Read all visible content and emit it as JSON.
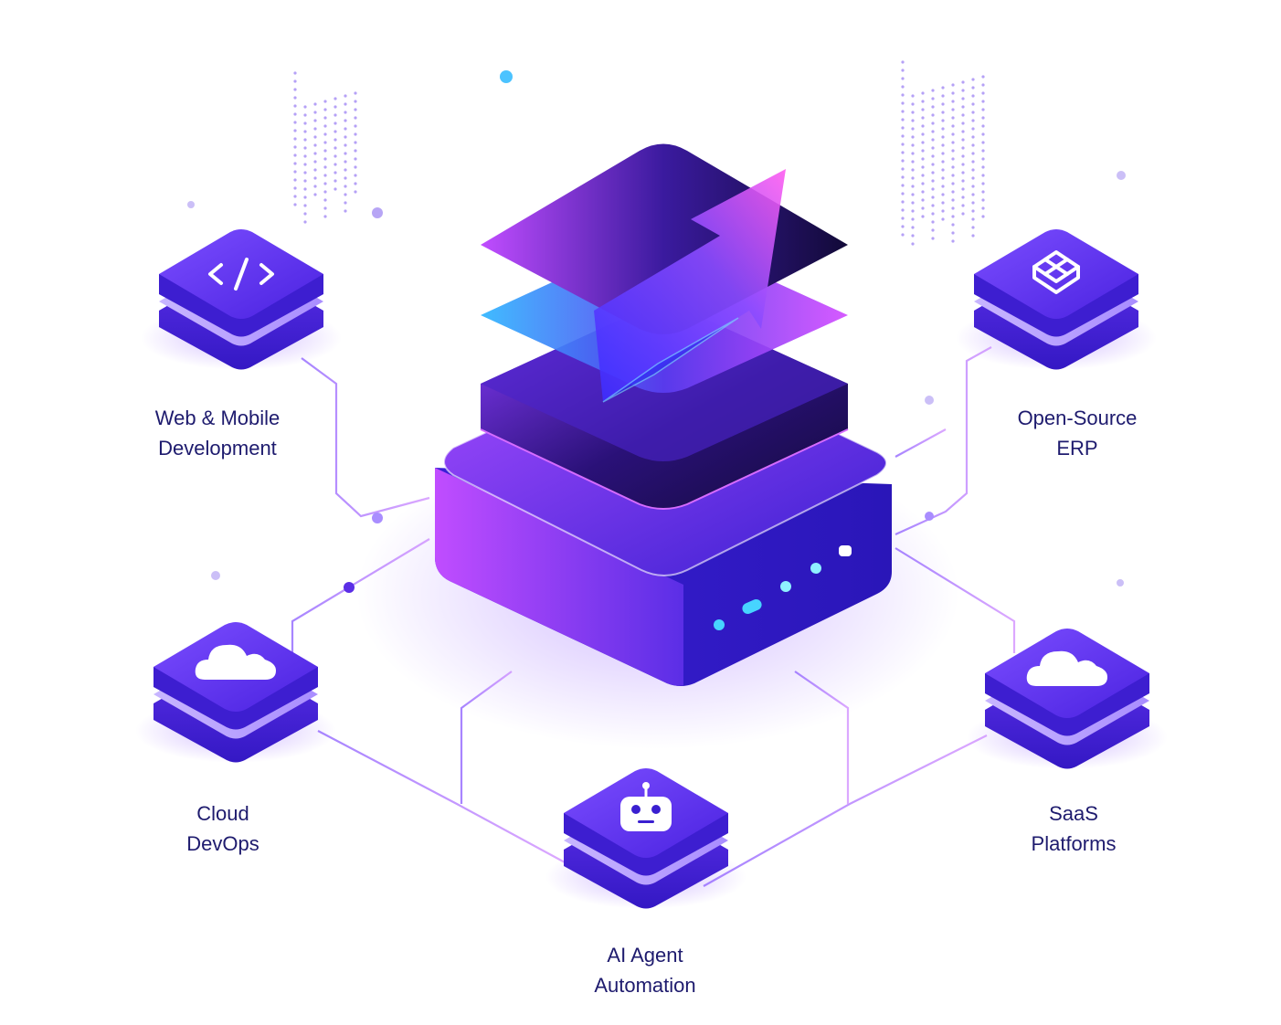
{
  "nodes": [
    {
      "id": "web",
      "icon": "code-icon",
      "line1": "Web & Mobile",
      "line2": "Development"
    },
    {
      "id": "erp",
      "icon": "grid-icon",
      "line1": "Open-Source",
      "line2": "ERP"
    },
    {
      "id": "cloud",
      "icon": "cloud-icon",
      "line1": "Cloud",
      "line2": "DevOps"
    },
    {
      "id": "saas",
      "icon": "cloud-icon",
      "line1": "SaaS",
      "line2": "Platforms"
    },
    {
      "id": "ai",
      "icon": "robot-icon",
      "line1": "AI Agent",
      "line2": "Automation"
    }
  ],
  "center": {
    "icon": "growth-arrow-icon"
  },
  "colors": {
    "accent": "#5b2ee6",
    "accent_light": "#8a63ff",
    "magenta": "#d94bff",
    "cyan": "#3ec8ff",
    "text": "#1e1b6e"
  }
}
